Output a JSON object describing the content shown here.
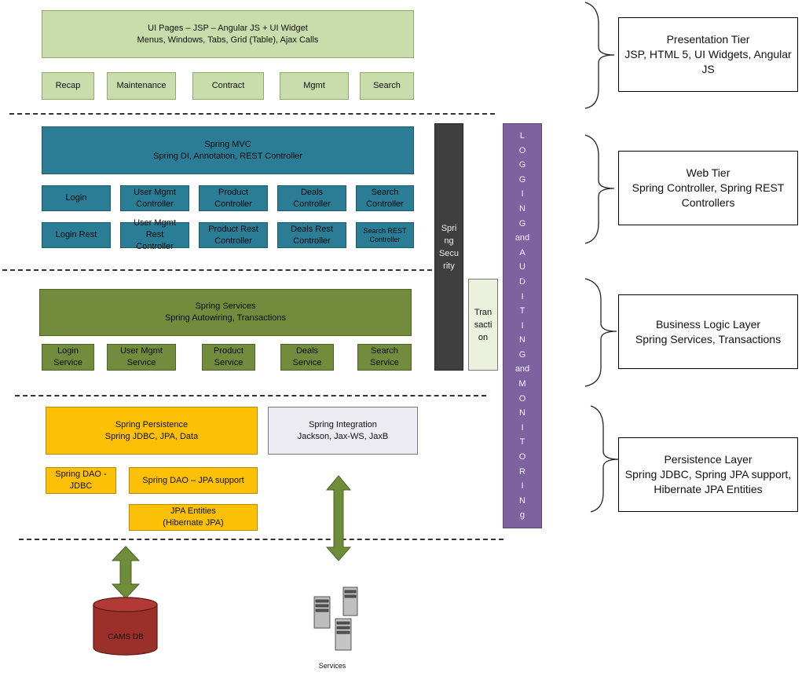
{
  "presentation": {
    "main": "UI Pages – JSP – Angular JS + UI Widget\nMenus, Windows, Tabs, Grid (Table), Ajax Calls",
    "items": [
      "Recap",
      "Maintenance",
      "Contract",
      "Mgmt",
      "Search"
    ]
  },
  "web": {
    "main": "Spring MVC\nSpring DI, Annotation, REST Controller",
    "row1": [
      "Login",
      "User Mgmt\nController",
      "Product\nController",
      "Deals\nController",
      "Search\nController"
    ],
    "row2": [
      "Login Rest",
      "User Mgmt\nRest\nController",
      "Product Rest\nController",
      "Deals Rest\nController",
      "Search REST\nController"
    ]
  },
  "business": {
    "main": "Spring Services\nSpring Autowiring, Transactions",
    "items": [
      "Login\nService",
      "User Mgmt\nService",
      "Product\nService",
      "Deals\nService",
      "Search\nService"
    ]
  },
  "persistence": {
    "main": "Spring Persistence\nSpring JDBC, JPA, Data",
    "integration": "Spring Integration\nJackson, Jax-WS, JaxB",
    "dao_jdbc": "Spring DAO -\nJDBC",
    "dao_jpa": "Spring DAO – JPA support",
    "entities": "JPA Entities\n(Hibernate JPA)"
  },
  "security": "Spri\nng\nSecu\nrity",
  "transaction": "Tran\nsacti\non",
  "logging_letters": [
    "L",
    "O",
    "G",
    "G",
    "I",
    "N",
    "G",
    "and",
    "A",
    "U",
    "D",
    "I",
    "T",
    "I",
    "N",
    "G",
    "and",
    "M",
    "O",
    "N",
    "I",
    "T",
    "O",
    "R",
    "I",
    "N",
    "g"
  ],
  "tiers": [
    "Presentation Tier\nJSP, HTML 5, UI Widgets, Angular\nJS",
    "Web Tier\nSpring Controller, Spring REST\nControllers",
    "Business Logic Layer\nSpring Services, Transactions",
    "Persistence Layer\nSpring JDBC, Spring JPA support,\nHibernate JPA Entities"
  ],
  "db_label": "CAMS DB",
  "services_label": "Services",
  "colors": {
    "presentation": "#c9dcab",
    "web": "#2b7d96",
    "business": "#728b3d",
    "persistence": "#fcc107",
    "security": "#3f3f3f",
    "logging": "#7e62a0",
    "arrow": "#6f8c3a"
  }
}
